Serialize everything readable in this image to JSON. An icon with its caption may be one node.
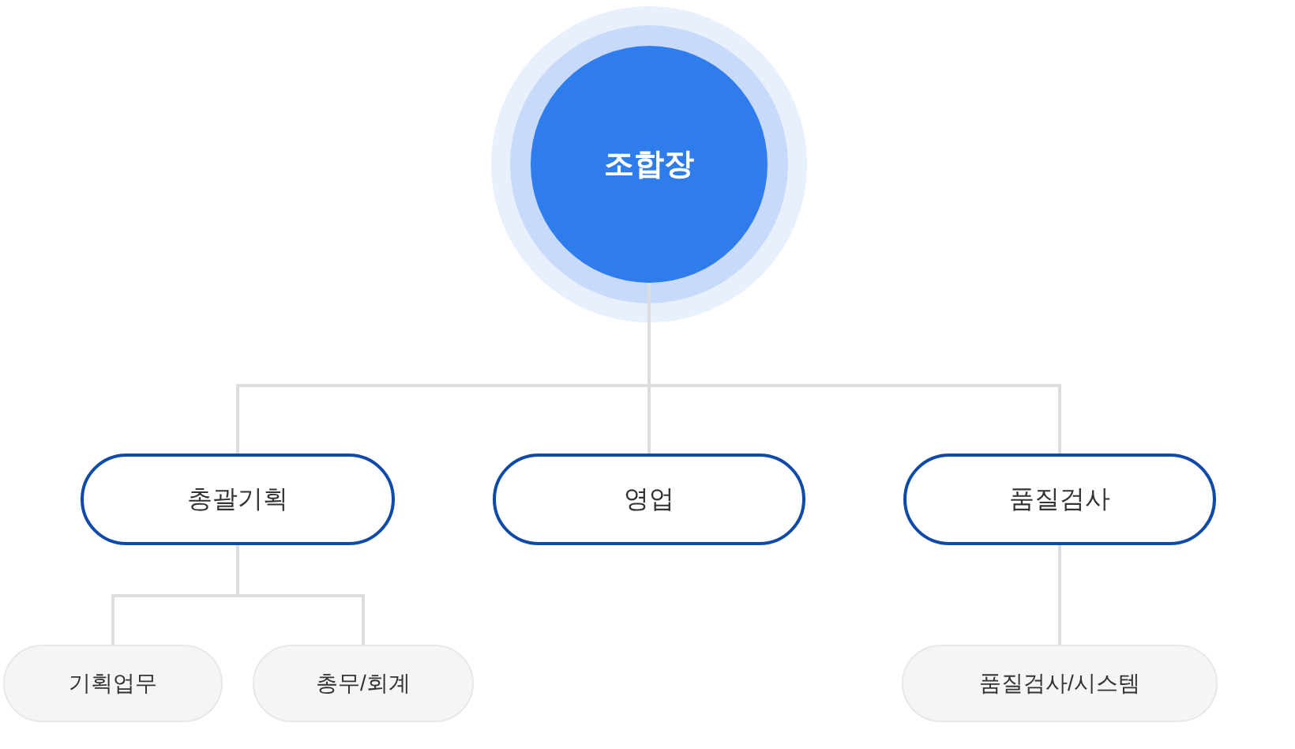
{
  "diagram": {
    "nodes": [
      {
        "text": [
          "조합장"
        ]
      },
      {
        "text": [
          "총괄기획"
        ]
      },
      {
        "text": [
          "영업"
        ]
      },
      {
        "text": [
          "품질검사"
        ]
      },
      {
        "text": [
          "기획업무"
        ]
      },
      {
        "text": [
          "총무/회계"
        ]
      },
      {
        "text": [
          "품질검사/시스템"
        ]
      }
    ],
    "edges": [
      {
        "from": 0,
        "to": 1,
        "arrow": "none"
      },
      {
        "from": 0,
        "to": 2,
        "arrow": "none"
      },
      {
        "from": 0,
        "to": 3,
        "arrow": "none"
      },
      {
        "from": 1,
        "to": 4,
        "arrow": "none"
      },
      {
        "from": 1,
        "to": 5,
        "arrow": "none"
      },
      {
        "from": 3,
        "to": 6,
        "arrow": "none"
      }
    ]
  }
}
